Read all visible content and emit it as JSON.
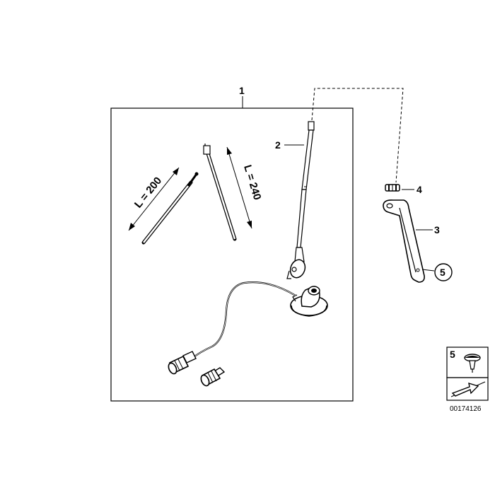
{
  "callouts": {
    "kit": "1",
    "antenna_mast": "2",
    "bracket": "3",
    "grommet": "4",
    "screw": "5"
  },
  "dimensions": {
    "rod_short": "L = 200",
    "rod_long": "L = 240"
  },
  "inset": {
    "callout": "5",
    "part_number": "00174126"
  }
}
